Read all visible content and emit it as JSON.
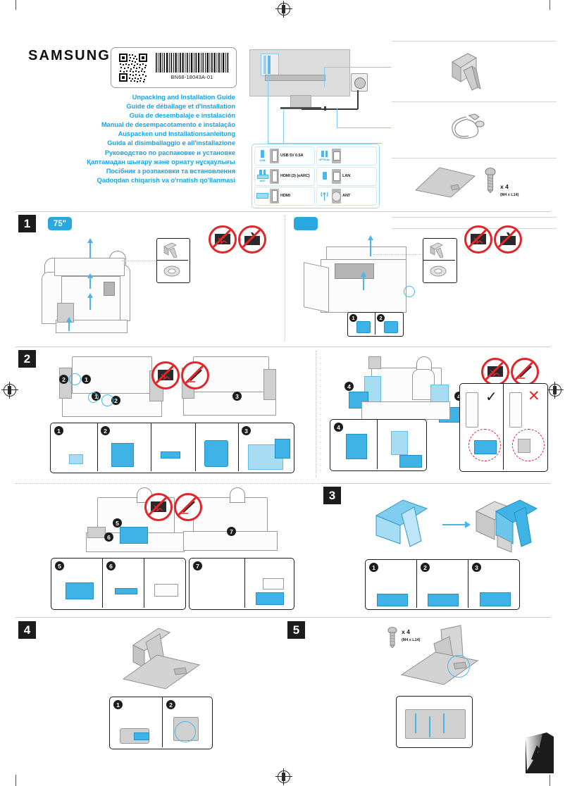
{
  "document": {
    "brand": "SAMSUNG",
    "model_code": "BN68-18043A-01",
    "titles": [
      "Unpacking and Installation Guide",
      "Guide de déballage et d'installation",
      "Guía de desembalaje e instalación",
      "Manual de desempacotamento e instalação",
      "Auspacken und Installationsanleitung",
      "Guida al disimballaggio e all'installazione",
      "Руководство по распаковке и установке",
      "Қаптамадан шығару және орнату нұсқаулығы",
      "Посібник з розпаковки та встановлення",
      "Qadoqdan chiqarish va o'rnatish qo'llanmasi"
    ]
  },
  "colors": {
    "brand_blue": "#29a8e0",
    "illustration_blue": "#3fb3e6",
    "warning_red": "#e2252a",
    "step_black": "#1c1c1c",
    "gray_part": "#d0d0d0"
  },
  "ports": {
    "rows": [
      [
        {
          "caption": "USB",
          "label": "USB 5V 0.5A",
          "icon": "usb-flash-icon",
          "jack": "usb-port-icon"
        },
        {
          "caption": "OPTICAL",
          "label": "",
          "icon": "speaker-pair-icon",
          "jack": "optical-port-icon"
        }
      ],
      [
        {
          "caption": "ARC",
          "label": "HDMI (3) (eARC)",
          "icon": "soundbar-icon",
          "jack": "hdmi-port-icon"
        },
        {
          "caption": "",
          "label": "LAN",
          "icon": "ethernet-plug-icon",
          "jack": "lan-port-icon"
        }
      ],
      [
        {
          "caption": "",
          "label": "HDMI",
          "icon": "device-icon",
          "jack": "hdmi-port-icon"
        },
        {
          "caption": "",
          "label": "ANT",
          "icon": "antenna-icon",
          "jack": "coax-port-icon"
        }
      ]
    ]
  },
  "accessories": [
    {
      "name": "stand-guide-accessory",
      "label": ""
    },
    {
      "name": "cable-tie-accessory",
      "label": ""
    },
    {
      "name": "stand-base-and-screws-accessory",
      "count": "x 4",
      "spec": "(M4 x L14)"
    }
  ],
  "steps": [
    {
      "number": "1",
      "panels": [
        {
          "badge": "75\"",
          "callouts": [],
          "name": "step1-left-panel"
        },
        {
          "badge": "",
          "callouts": [
            "1",
            "2"
          ],
          "name": "step1-right-panel"
        }
      ],
      "warnings": [
        "no-sharp-objects-icon",
        "no-pressure-on-screen-icon"
      ]
    },
    {
      "number": "2",
      "panels": [
        {
          "callouts": [
            "1",
            "2",
            "3"
          ],
          "name": "step2-left-panel"
        },
        {
          "callouts": [
            "4"
          ],
          "verdicts": [
            "✓",
            "✕"
          ],
          "name": "step2-right-panel"
        }
      ],
      "warnings": [
        "no-sharp-objects-icon",
        "no-knife-icon"
      ]
    },
    {
      "number": "",
      "panels": [
        {
          "callouts": [
            "5",
            "6",
            "7"
          ],
          "name": "step2b-panel"
        }
      ],
      "warnings": [
        "no-sharp-objects-icon",
        "no-knife-icon"
      ]
    },
    {
      "number": "3",
      "panels": [
        {
          "callouts": [
            "1",
            "2",
            "3"
          ],
          "name": "step3-panel"
        }
      ],
      "warnings": []
    },
    {
      "number": "4",
      "panels": [
        {
          "callouts": [
            "1",
            "2"
          ],
          "name": "step4-panel"
        }
      ],
      "warnings": []
    },
    {
      "number": "5",
      "panels": [
        {
          "callouts": [],
          "name": "step5-panel",
          "screw_count": "x 4",
          "screw_spec": "(M4 x L14)"
        }
      ],
      "warnings": []
    }
  ]
}
